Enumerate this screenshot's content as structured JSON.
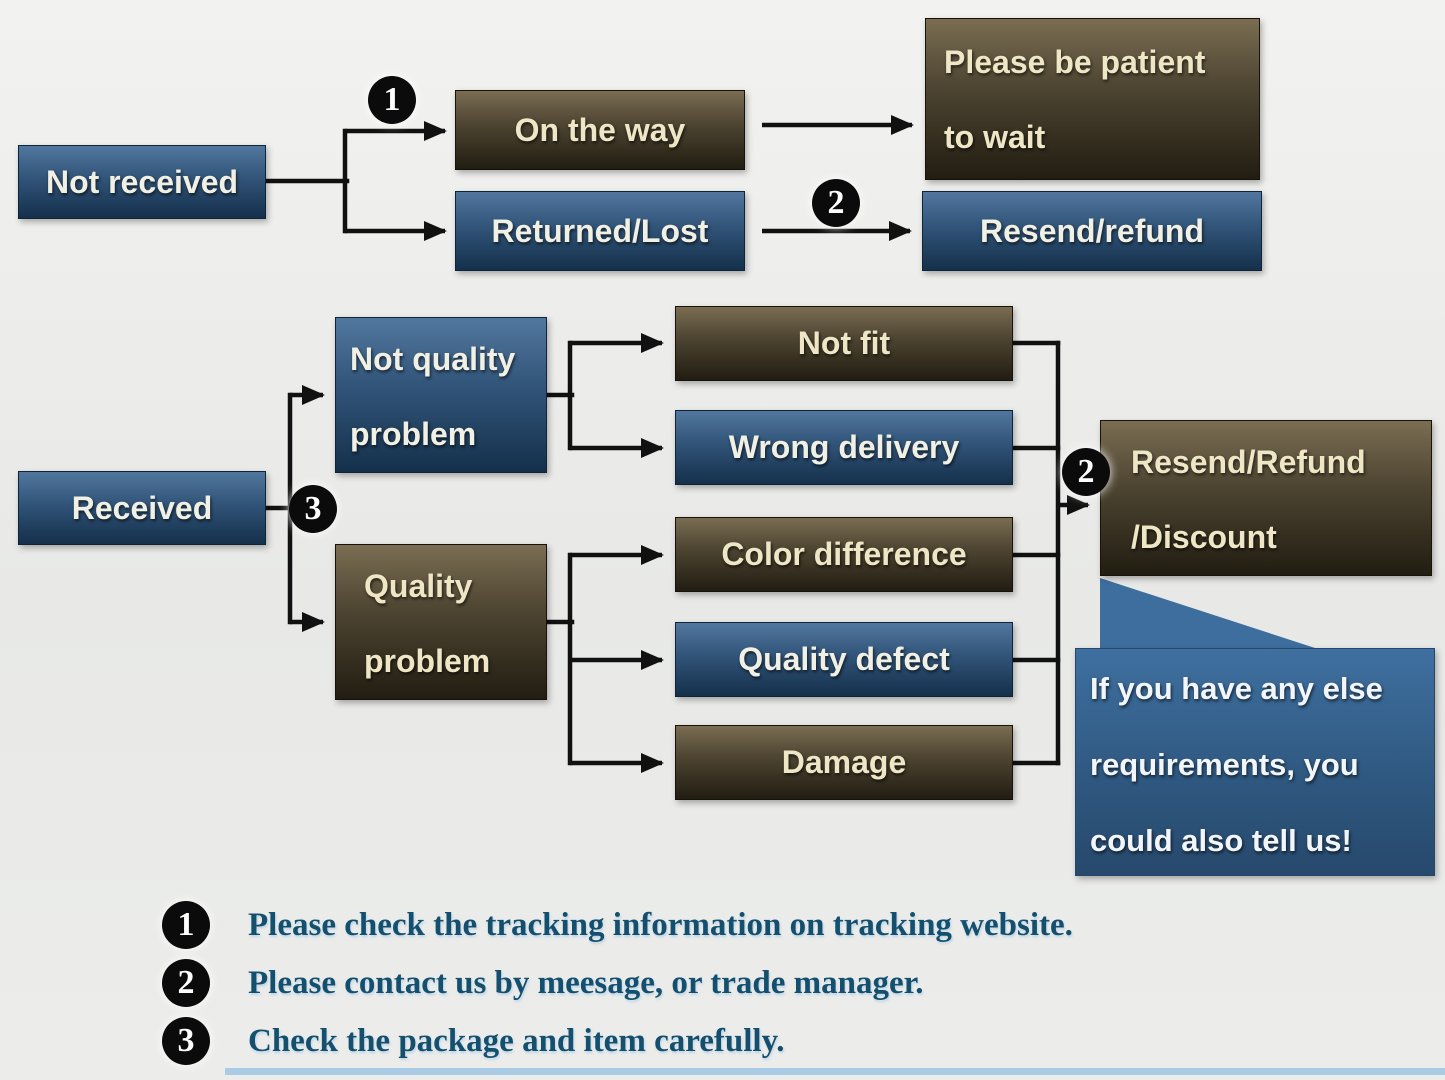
{
  "colors": {
    "background": "#e9eae8",
    "blue_box": "#33567b",
    "brown_box": "#4e4532",
    "note_box": "#2e577f",
    "box_text": "#f3ecd9",
    "legend_text": "#14506e",
    "arrow": "#111111",
    "bottom_divider": "#a9cbe6"
  },
  "badges": {
    "one": "1",
    "two": "2",
    "three": "3"
  },
  "nodes": {
    "not_received": "Not received",
    "on_the_way": "On the way",
    "returned_lost": "Returned/Lost",
    "be_patient": [
      "Please be patient",
      "to wait"
    ],
    "resend_refund": "Resend/refund",
    "received": "Received",
    "not_quality_problem": [
      "Not quality",
      "problem"
    ],
    "quality_problem": [
      "Quality",
      "problem"
    ],
    "not_fit": "Not fit",
    "wrong_delivery": "Wrong delivery",
    "color_difference": "Color difference",
    "quality_defect": "Quality defect",
    "damage": "Damage",
    "resend_refund_discount": [
      "Resend/Refund",
      "/Discount"
    ],
    "note": [
      "If you have any else",
      "requirements, you",
      "could also tell us!"
    ]
  },
  "legend": [
    {
      "badge": "1",
      "text": "Please check the tracking information on tracking website."
    },
    {
      "badge": "2",
      "text": "Please contact us by meesage, or trade manager."
    },
    {
      "badge": "3",
      "text": "Check the package and item carefully."
    }
  ]
}
